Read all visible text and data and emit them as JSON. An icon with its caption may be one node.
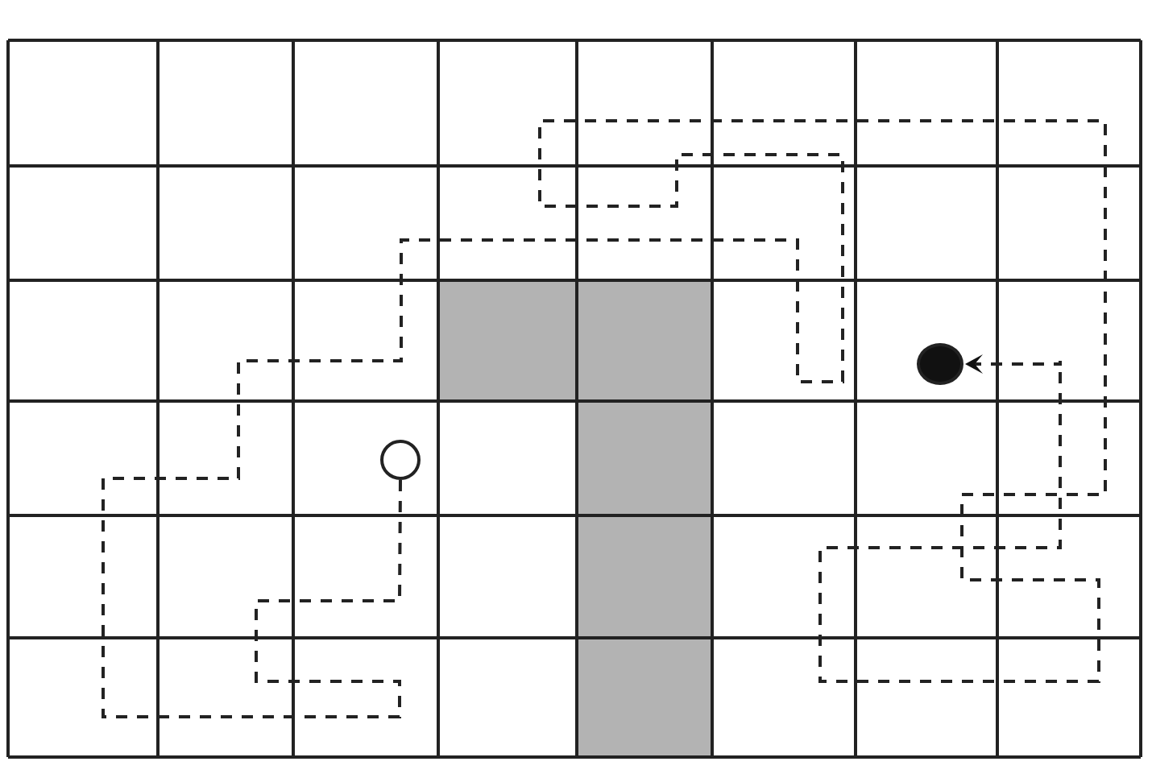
{
  "diagram": {
    "nodes": [
      {
        "text": [],
        "shape": "circle"
      },
      {
        "text": [],
        "shape": "circle"
      }
    ],
    "edges": [
      {
        "from": 0,
        "to": 1,
        "arrow": "to",
        "style": "dashed"
      }
    ]
  }
}
